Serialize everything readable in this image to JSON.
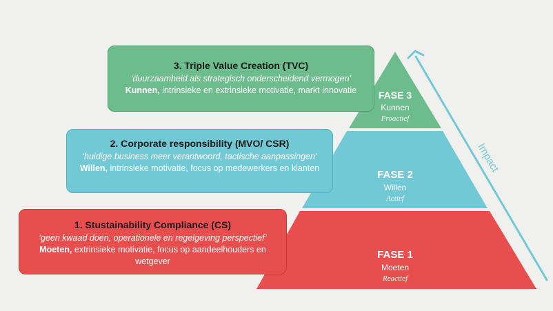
{
  "boxes": {
    "tvc": {
      "title": "3. Triple Value Creation (TVC)",
      "quote": "‘duurzaamheid als strategisch onderscheidend vermogen’",
      "bold": "Kunnen,",
      "text": " intrinsieke en extrinsieke motivatie, markt innovatie"
    },
    "csr": {
      "title": "2. Corporate responsibility (MVO/ CSR)",
      "quote": "‘huidige business meer verantwoord, tactische aanpassingen’",
      "bold": "Willen,",
      "text": " intrinsieke motivatie, focus op medewerkers en klanten"
    },
    "cs": {
      "title": "1. Stustainability Compliance (CS)",
      "quote": "‘geen kwaad doen, operationele en regelgeving perspectief’",
      "bold": "Moeten,",
      "text": " extrinsieke motivatie, focus op aandeelhouders en wetgever"
    }
  },
  "pyramid": {
    "fase3": {
      "label": "FASE 3",
      "sub": "Kunnen",
      "mode": "Proactief"
    },
    "fase2": {
      "label": "FASE 2",
      "sub": "Willen",
      "mode": "Actief"
    },
    "fase1": {
      "label": "FASE 1",
      "sub": "Moeten",
      "mode": "Reactief"
    }
  },
  "impact_label": "Impact",
  "colors": {
    "green": "#6dbc8d",
    "teal": "#72c9d6",
    "red": "#e94e4e",
    "arrow": "#72c9d6",
    "background": "#f0f0ee"
  }
}
